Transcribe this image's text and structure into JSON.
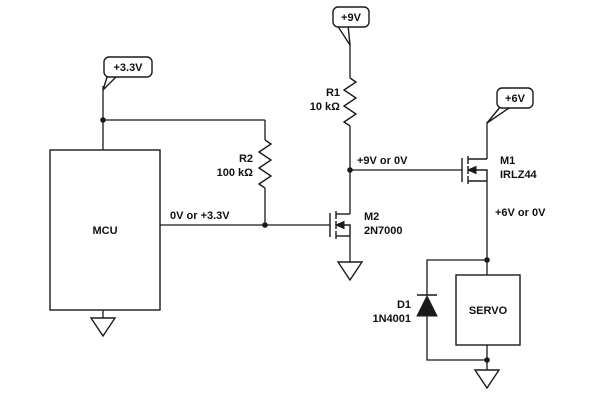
{
  "power": {
    "v33": "+3.3V",
    "v9": "+9V",
    "v6": "+6V"
  },
  "components": {
    "mcu": {
      "label": "MCU"
    },
    "r1": {
      "ref": "R1",
      "value": "10 kΩ"
    },
    "r2": {
      "ref": "R2",
      "value": "100 kΩ"
    },
    "m2": {
      "ref": "M2",
      "value": "2N7000"
    },
    "m1": {
      "ref": "M1",
      "value": "IRLZ44"
    },
    "d1": {
      "ref": "D1",
      "value": "1N4001"
    },
    "servo": {
      "label": "SERVO"
    }
  },
  "nets": {
    "mcu_output": "0V or +3.3V",
    "m2_drain": "+9V or 0V",
    "m1_source": "+6V or 0V"
  }
}
